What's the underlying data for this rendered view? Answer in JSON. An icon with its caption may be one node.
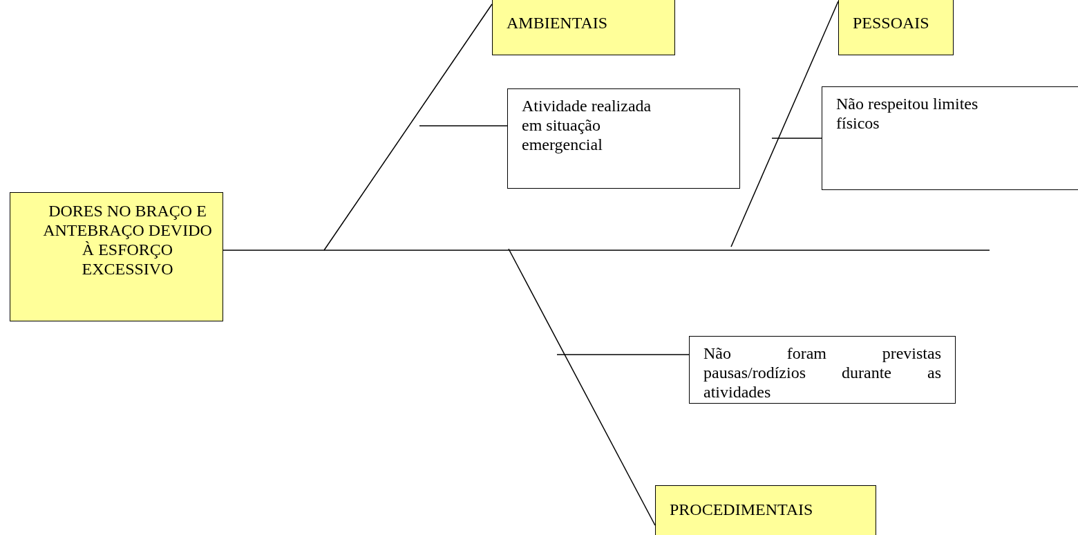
{
  "diagram": {
    "nodes": [
      {
        "text": [
          "DORES NO BRAÇO E ANTEBRAÇO DEVIDO À ESFORÇO EXCESSIVO"
        ]
      },
      {
        "text": [
          "AMBIENTAIS"
        ]
      },
      {
        "text": [
          "Atividade realizada em situação emergencial"
        ]
      },
      {
        "text": [
          "PESSOAIS"
        ]
      },
      {
        "text": [
          "Não respeitou limites físicos"
        ]
      },
      {
        "text": [
          "Não foram previstas pausas/rodízios durante as atividades"
        ]
      },
      {
        "text": [
          "PROCEDIMENTAIS"
        ]
      }
    ],
    "edges": [
      {
        "from": null,
        "to": 0,
        "arrow": "none"
      },
      {
        "from": 1,
        "to": null,
        "arrow": "none"
      },
      {
        "from": 2,
        "to": null,
        "arrow": "none"
      },
      {
        "from": 3,
        "to": null,
        "arrow": "none"
      },
      {
        "from": 4,
        "to": null,
        "arrow": "none"
      },
      {
        "from": 6,
        "to": null,
        "arrow": "none"
      },
      {
        "from": 5,
        "to": null,
        "arrow": "none"
      }
    ]
  }
}
